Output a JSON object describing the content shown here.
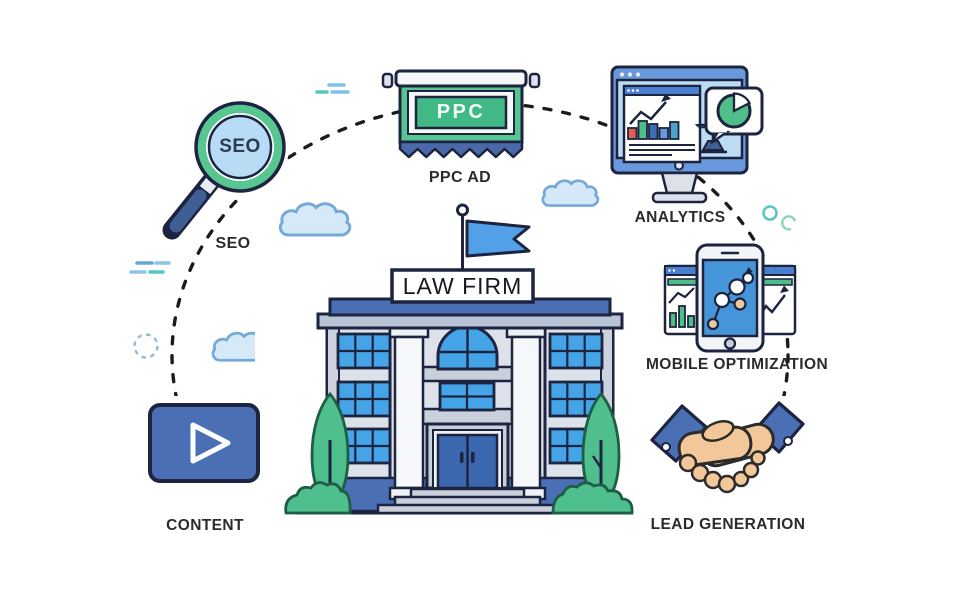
{
  "building": {
    "sign_text": "LAW FIRM"
  },
  "nodes": [
    {
      "label": "SEO",
      "icon": "seo-magnifier-icon",
      "icon_text": "SEO"
    },
    {
      "label": "PPC AD",
      "icon": "ppc-banner-icon",
      "icon_text": "PPC"
    },
    {
      "label": "ANALYTICS",
      "icon": "analytics-monitor-icon"
    },
    {
      "label": "MOBILE OPTIMIZATION",
      "icon": "mobile-phone-icon"
    },
    {
      "label": "LEAD GENERATION",
      "icon": "handshake-icon"
    },
    {
      "label": "CONTENT",
      "icon": "video-play-icon"
    }
  ],
  "colors": {
    "outline": "#1d2440",
    "steel_blue": "#4a6fb5",
    "green": "#57c690",
    "dark_green": "#41b985",
    "window_blue": "#45a3e8",
    "screen_blue": "#4795d9",
    "monitor_blue": "#6a98dd",
    "sky_blue": "#b8dcf5",
    "facade_gray": "#dde2ea",
    "skin": "#f2c89a",
    "red_bar": "#e0604f"
  }
}
